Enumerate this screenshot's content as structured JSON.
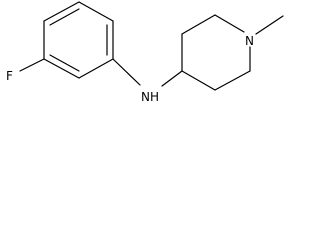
{
  "molecule": {
    "atoms": {
      "fluorine": "F",
      "amine_nitrogen": "N",
      "amine_hydrogen": "H",
      "ring_nitrogen": "N"
    }
  },
  "colors": {
    "bond": "#000000",
    "label": "#000000",
    "background": "#ffffff"
  }
}
